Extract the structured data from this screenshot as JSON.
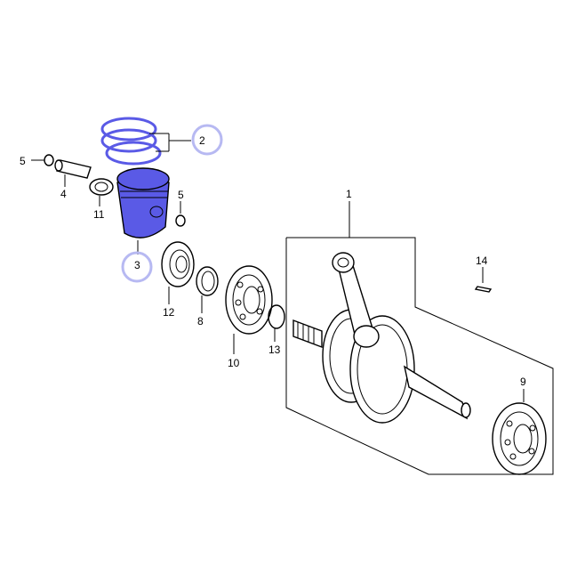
{
  "diagram": {
    "highlight_color": "#5a5ae6",
    "highlight_ring_color": "#b7b9f2",
    "callouts": {
      "c1": "1",
      "c2": "2",
      "c3": "3",
      "c4": "4",
      "c5a": "5",
      "c5b": "5",
      "c8": "8",
      "c9": "9",
      "c10": "10",
      "c11": "11",
      "c12": "12",
      "c13": "13",
      "c14": "14"
    }
  }
}
